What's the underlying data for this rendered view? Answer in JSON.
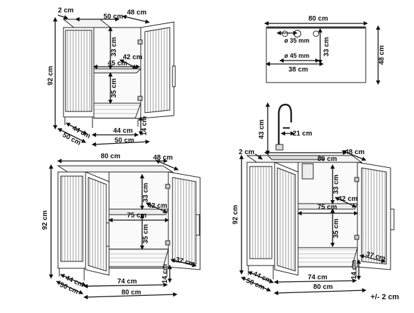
{
  "small_cabinet": {
    "top_depth": "2 cm",
    "inner_width": "50 cm",
    "door_depth": "48 cm",
    "height": "92 cm",
    "upper_height": "33 cm",
    "shelf_depth": "42 cm",
    "shelf_width": "45 cm",
    "lower_height": "35 cm",
    "plinth": "14 cm",
    "base_depth_inner": "44 cm",
    "base_depth_outer": "50 cm",
    "base_width_inner": "44 cm",
    "base_width_outer": "50 cm"
  },
  "sink_top": {
    "width": "80 cm",
    "depth": "48 cm",
    "hole_offset": "33 cm",
    "hole_small": "ø 35 mm",
    "hole_large": "ø 45 mm",
    "basin_width": "38 cm"
  },
  "large_cabinet": {
    "top_width": "80 cm",
    "door_depth": "48 cm",
    "height": "92 cm",
    "upper_height": "33 cm",
    "shelf_depth": "42 cm",
    "shelf_width": "75 cm",
    "lower_height": "35 cm",
    "side_depth": "37 cm",
    "plinth": "14 cm",
    "base_depth_inner": "44 cm",
    "base_depth_outer": "50 cm",
    "base_width_inner": "74 cm",
    "base_width_outer": "80 cm"
  },
  "sink_cabinet": {
    "faucet_height": "43 cm",
    "faucet_reach": "21 cm",
    "top_depth": "2 cm",
    "top_width": "80 cm",
    "door_depth": "48 cm",
    "height": "92 cm",
    "upper_height": "33 cm",
    "shelf_depth": "42 cm",
    "shelf_width": "75 cm",
    "lower_height": "35 cm",
    "side_depth": "37 cm",
    "plinth": "14 cm",
    "base_depth_inner": "44 cm",
    "base_depth_outer": "50 cm",
    "base_width_inner": "74 cm",
    "base_width_outer": "80 cm"
  },
  "tolerance": "+/- 2 cm"
}
